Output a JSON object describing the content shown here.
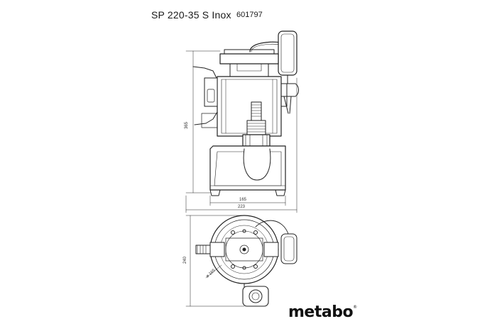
{
  "header": {
    "model": "SP 220-35 S Inox",
    "article_number": "601797"
  },
  "dimensions": {
    "height": "365",
    "base_width": "165",
    "overall_width": "223",
    "depth": "240",
    "diameter": "ø 165"
  },
  "brand": {
    "name": "metabo",
    "mark": "®"
  }
}
